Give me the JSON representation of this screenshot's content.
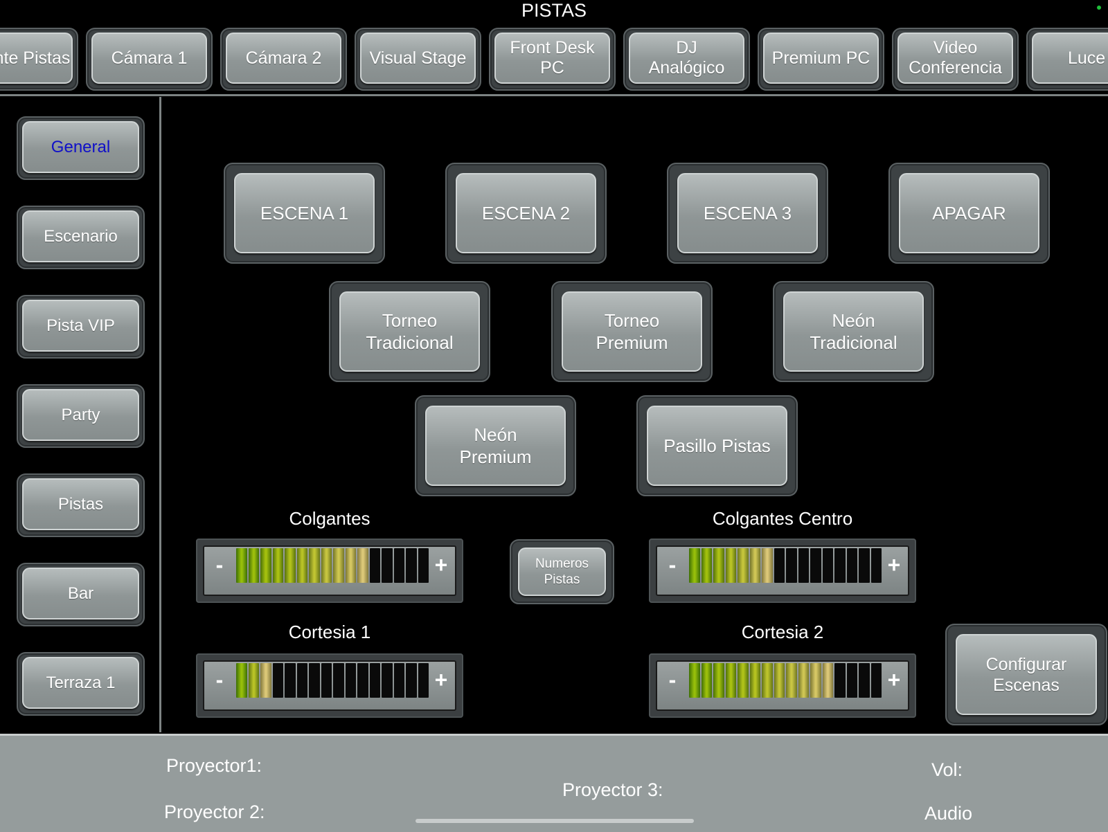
{
  "header": {
    "title": "PISTAS"
  },
  "tabs": [
    {
      "name": "tab-ambiente-pistas",
      "label": "nte Pistas"
    },
    {
      "name": "tab-camara-1",
      "label": "Cámara 1"
    },
    {
      "name": "tab-camara-2",
      "label": "Cámara 2"
    },
    {
      "name": "tab-visual-stage",
      "label": "Visual Stage"
    },
    {
      "name": "tab-front-desk-pc",
      "label": "Front Desk\nPC"
    },
    {
      "name": "tab-dj-analogico",
      "label": "DJ\nAnalógico"
    },
    {
      "name": "tab-premium-pc",
      "label": "Premium  PC"
    },
    {
      "name": "tab-video-conferencia",
      "label": "Video\nConferencia"
    },
    {
      "name": "tab-luces",
      "label": "Luce"
    }
  ],
  "sidebar": {
    "active": "General",
    "items": [
      {
        "label": "General"
      },
      {
        "label": "Escenario"
      },
      {
        "label": "Pista VIP"
      },
      {
        "label": "Party"
      },
      {
        "label": "Pistas"
      },
      {
        "label": "Bar"
      },
      {
        "label": "Terraza 1"
      }
    ]
  },
  "scenes": {
    "row1": [
      "ESCENA 1",
      "ESCENA 2",
      "ESCENA 3",
      "APAGAR"
    ],
    "row2": [
      "Torneo\nTradicional",
      "Torneo\nPremium",
      "Neón\nTradicional"
    ],
    "row3": [
      "Neón\nPremium",
      "Pasillo Pistas"
    ]
  },
  "sliders": {
    "colgantes": {
      "label": "Colgantes",
      "segments": 16,
      "level": 11
    },
    "colgantes_centro": {
      "label": "Colgantes Centro",
      "segments": 16,
      "level": 7
    },
    "cortesia_1": {
      "label": "Cortesia 1",
      "segments": 16,
      "level": 3
    },
    "cortesia_2": {
      "label": "Cortesia 2",
      "segments": 16,
      "level": 12
    },
    "minus": "-",
    "plus": "+"
  },
  "numeros_pistas": {
    "label": "Numeros\nPistas"
  },
  "configurar": {
    "label": "Configurar\nEscenas"
  },
  "footer": {
    "proyector1": "Proyector1:",
    "proyector2": "Proyector 2:",
    "proyector3": "Proyector 3:",
    "vol": "Vol:",
    "audio": "Audio"
  },
  "colors": {
    "active_text": "#1010c8",
    "status_dot": "#1fbf3a",
    "footer_bg": "#959c9c"
  }
}
